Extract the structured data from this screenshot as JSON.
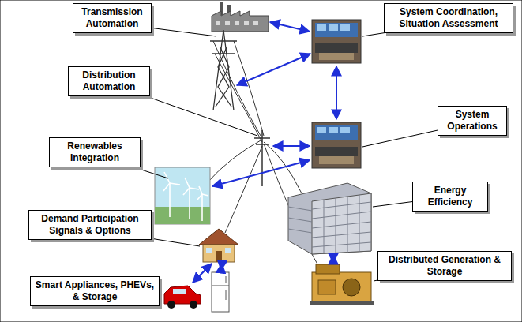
{
  "diagram": {
    "nodes": [
      {
        "text": [
          "Transmission Automation"
        ]
      },
      {
        "text": [
          "System Coordination, Situation Assessment"
        ]
      },
      {
        "text": [
          "Distribution Automation"
        ]
      },
      {
        "text": [
          "System Operations"
        ]
      },
      {
        "text": [
          "Renewables Integration"
        ]
      },
      {
        "text": [
          "Energy Efficiency"
        ]
      },
      {
        "text": [
          "Demand Participation Signals & Options"
        ]
      },
      {
        "text": [
          "Distributed Generation & Storage"
        ]
      },
      {
        "text": [
          "Smart Appliances, PHEVs, & Storage"
        ]
      }
    ]
  }
}
